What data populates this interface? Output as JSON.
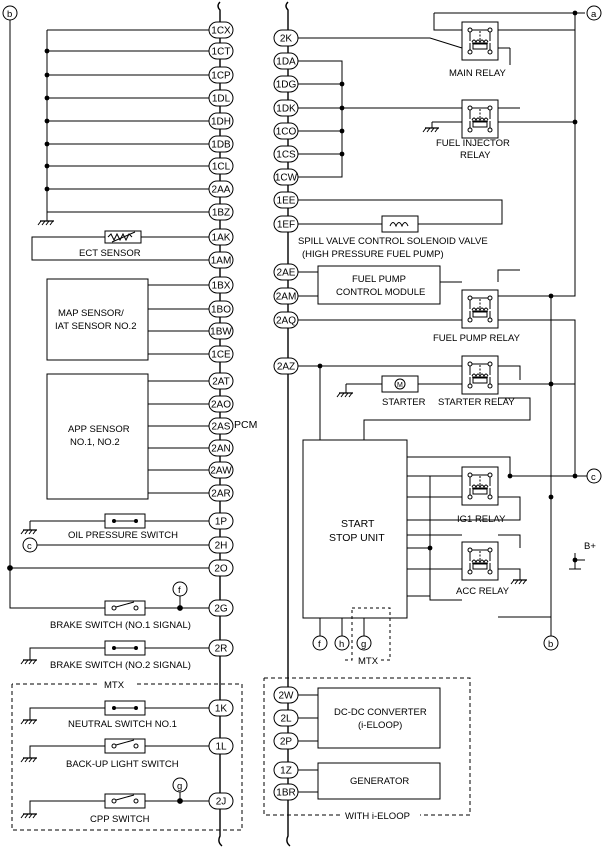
{
  "markers": {
    "a": "a",
    "b": "b",
    "c": "c",
    "f": "f",
    "g": "g",
    "h": "h"
  },
  "pcm_label": "PCM",
  "pins_left": [
    "1CX",
    "1CT",
    "1CP",
    "1DL",
    "1DH",
    "1DB",
    "1CL",
    "2AA",
    "1BZ",
    "1AK",
    "1AM",
    "1BX",
    "1BO",
    "1BW",
    "1CE",
    "2AT",
    "2AO",
    "2AS",
    "2AN",
    "2AW",
    "2AR",
    "1P",
    "2H",
    "2O",
    "2G",
    "2R",
    "1K",
    "1L",
    "2J"
  ],
  "pins_right": [
    "2K",
    "1DA",
    "1DG",
    "1DK",
    "1CO",
    "1CS",
    "1CW",
    "1EE",
    "1EF",
    "2AE",
    "2AM",
    "2AQ",
    "2AZ",
    "2W",
    "2L",
    "2P",
    "1Z",
    "1BR"
  ],
  "labels": {
    "main_relay": "MAIN RELAY",
    "fuel_injector_relay_1": "FUEL INJECTOR",
    "fuel_injector_relay_2": "RELAY",
    "spill_valve_1": "SPILL VALVE CONTROL SOLENOID VALVE",
    "spill_valve_2": "(HIGH PRESSURE FUEL PUMP)",
    "fuel_pump_module_1": "FUEL PUMP",
    "fuel_pump_module_2": "CONTROL MODULE",
    "fuel_pump_relay": "FUEL PUMP RELAY",
    "starter": "STARTER",
    "starter_relay": "STARTER RELAY",
    "start_stop_1": "START",
    "start_stop_2": "STOP UNIT",
    "ig1_relay": "IG1 RELAY",
    "acc_relay": "ACC RELAY",
    "bplus": "B+",
    "mtx": "MTX",
    "dcdc_1": "DC-DC CONVERTER",
    "dcdc_2": "(i-ELOOP)",
    "generator": "GENERATOR",
    "with_ieloop": "WITH i-ELOOP",
    "ect_sensor": "ECT SENSOR",
    "map_1": "MAP SENSOR/",
    "map_2": "IAT SENSOR NO.2",
    "app_1": "APP SENSOR",
    "app_2": "NO.1, NO.2",
    "oil_pressure": "OIL PRESSURE SWITCH",
    "brake1": "BRAKE SWITCH (NO.1 SIGNAL)",
    "brake2": "BRAKE SWITCH (NO.2 SIGNAL)",
    "neutral": "NEUTRAL SWITCH NO.1",
    "backup": "BACK-UP LIGHT SWITCH",
    "cpp": "CPP SWITCH"
  }
}
